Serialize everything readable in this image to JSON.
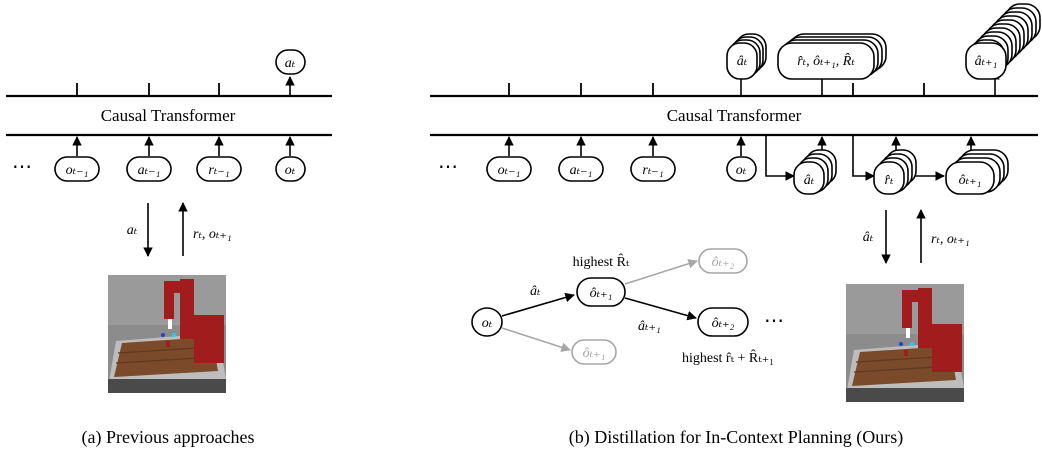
{
  "panel_a": {
    "transformer_label": "Causal Transformer",
    "ellipsis": "⋯",
    "inputs": [
      "oₜ₋₁",
      "aₜ₋₁",
      "rₜ₋₁",
      "oₜ"
    ],
    "output": "aₜ",
    "action_label": "aₜ",
    "feedback_label": "rₜ, oₜ₊₁",
    "caption": "(a) Previous approaches"
  },
  "panel_b": {
    "transformer_label": "Causal Transformer",
    "ellipsis": "⋯",
    "inputs": [
      "oₜ₋₁",
      "aₜ₋₁",
      "rₜ₋₁",
      "oₜ"
    ],
    "planning_tokens": [
      "âₜ",
      "r̂ₜ",
      "ôₜ₊₁"
    ],
    "outputs": [
      "âₜ",
      "r̂ₜ, ôₜ₊₁, R̂ₜ",
      "âₜ₊₁"
    ],
    "action_label": "âₜ",
    "feedback_label": "rₜ, oₜ₊₁",
    "tree": {
      "root": "oₜ",
      "edge_1": "âₜ",
      "node_best": "ôₜ₊₁",
      "node_rejected": "ôₜ₊₁",
      "highest_1": "highest R̂ₜ",
      "edge_2": "âₜ₊₁",
      "node_next": "ôₜ₊₂",
      "node_next_rejected": "ôₜ₊₂",
      "ellipsis": "⋯",
      "highest_2": "highest r̂ₜ + R̂ₜ₊₁"
    },
    "caption": "(b) Distillation for In-Context Planning (Ours)"
  },
  "colors": {
    "robot": "#a11d1d",
    "floor": "#7a7a7a",
    "table": "#7b4a2a",
    "rejected": "#a6a6a6"
  },
  "icons": [
    "robot-arm-scene-icon"
  ]
}
